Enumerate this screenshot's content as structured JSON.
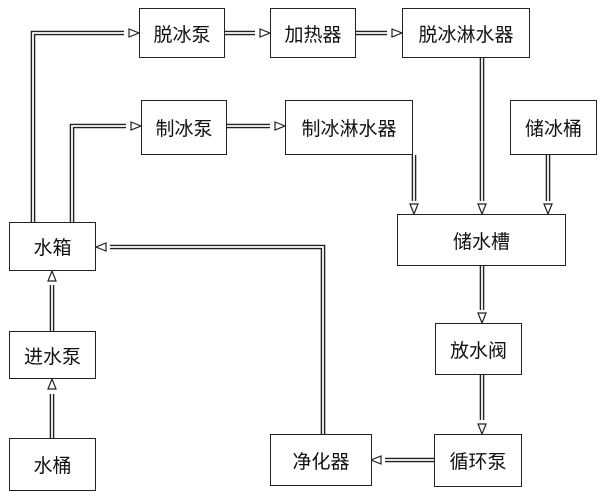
{
  "boxes": {
    "deice_pump": "脱冰泵",
    "heater": "加热器",
    "deice_sprinkler": "脱冰淋水器",
    "ice_pump": "制冰泵",
    "ice_sprinkler": "制冰淋水器",
    "ice_bin": "储冰桶",
    "water_tank": "水箱",
    "storage_trough": "储水槽",
    "inlet_pump": "进水泵",
    "drain_valve": "放水阀",
    "bucket": "水桶",
    "purifier": "净化器",
    "circulation_pump": "循环泵"
  },
  "colors": {
    "line": "#222222",
    "background": "#ffffff"
  }
}
